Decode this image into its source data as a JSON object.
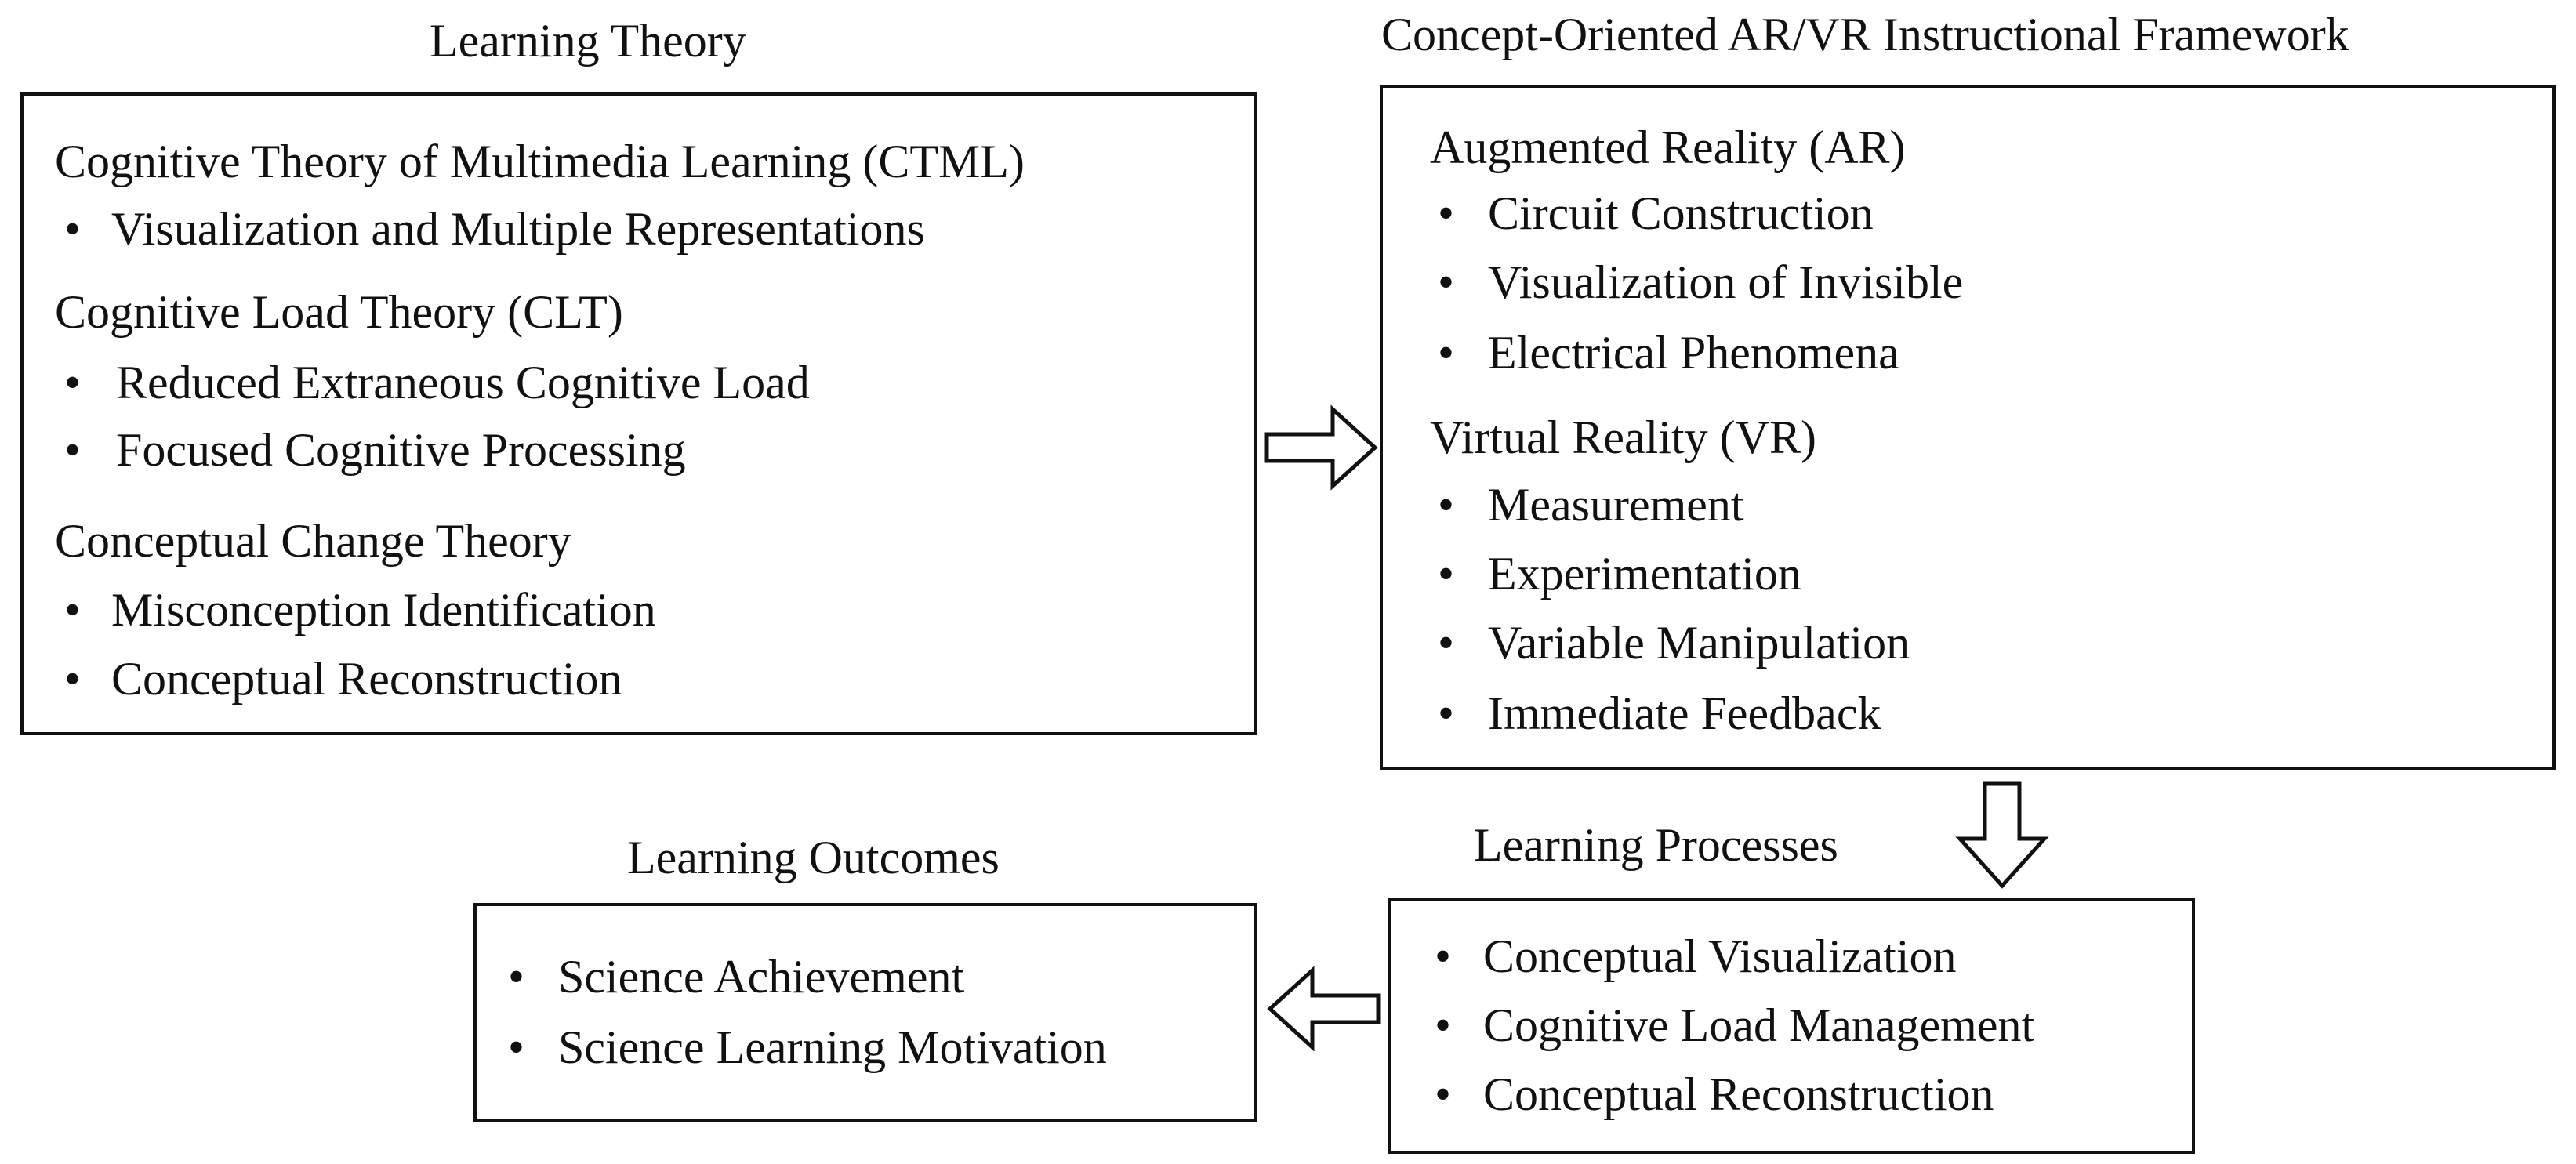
{
  "learning_theory": {
    "title": "Learning Theory",
    "sections": [
      {
        "heading": "Cognitive Theory of Multimedia Learning (CTML)",
        "items": [
          "Visualization and Multiple Representations"
        ]
      },
      {
        "heading": "Cognitive Load Theory (CLT)",
        "items": [
          "Reduced Extraneous Cognitive Load",
          "Focused Cognitive Processing"
        ]
      },
      {
        "heading": "Conceptual Change Theory",
        "items": [
          "Misconception Identification",
          "Conceptual Reconstruction"
        ]
      }
    ]
  },
  "framework": {
    "title": "Concept-Oriented AR/VR Instructional Framework",
    "sections": [
      {
        "heading": "Augmented Reality (AR)",
        "items": [
          "Circuit Construction",
          "Visualization of Invisible",
          "Electrical Phenomena"
        ]
      },
      {
        "heading": "Virtual Reality (VR)",
        "items": [
          "Measurement",
          "Experimentation",
          "Variable Manipulation",
          "Immediate Feedback"
        ]
      }
    ]
  },
  "processes": {
    "title": "Learning Processes",
    "items": [
      "Conceptual Visualization",
      "Cognitive Load Management",
      "Conceptual Reconstruction"
    ]
  },
  "outcomes": {
    "title": "Learning Outcomes",
    "items": [
      "Science Achievement",
      "Science Learning Motivation"
    ]
  },
  "bullet_char": "•"
}
